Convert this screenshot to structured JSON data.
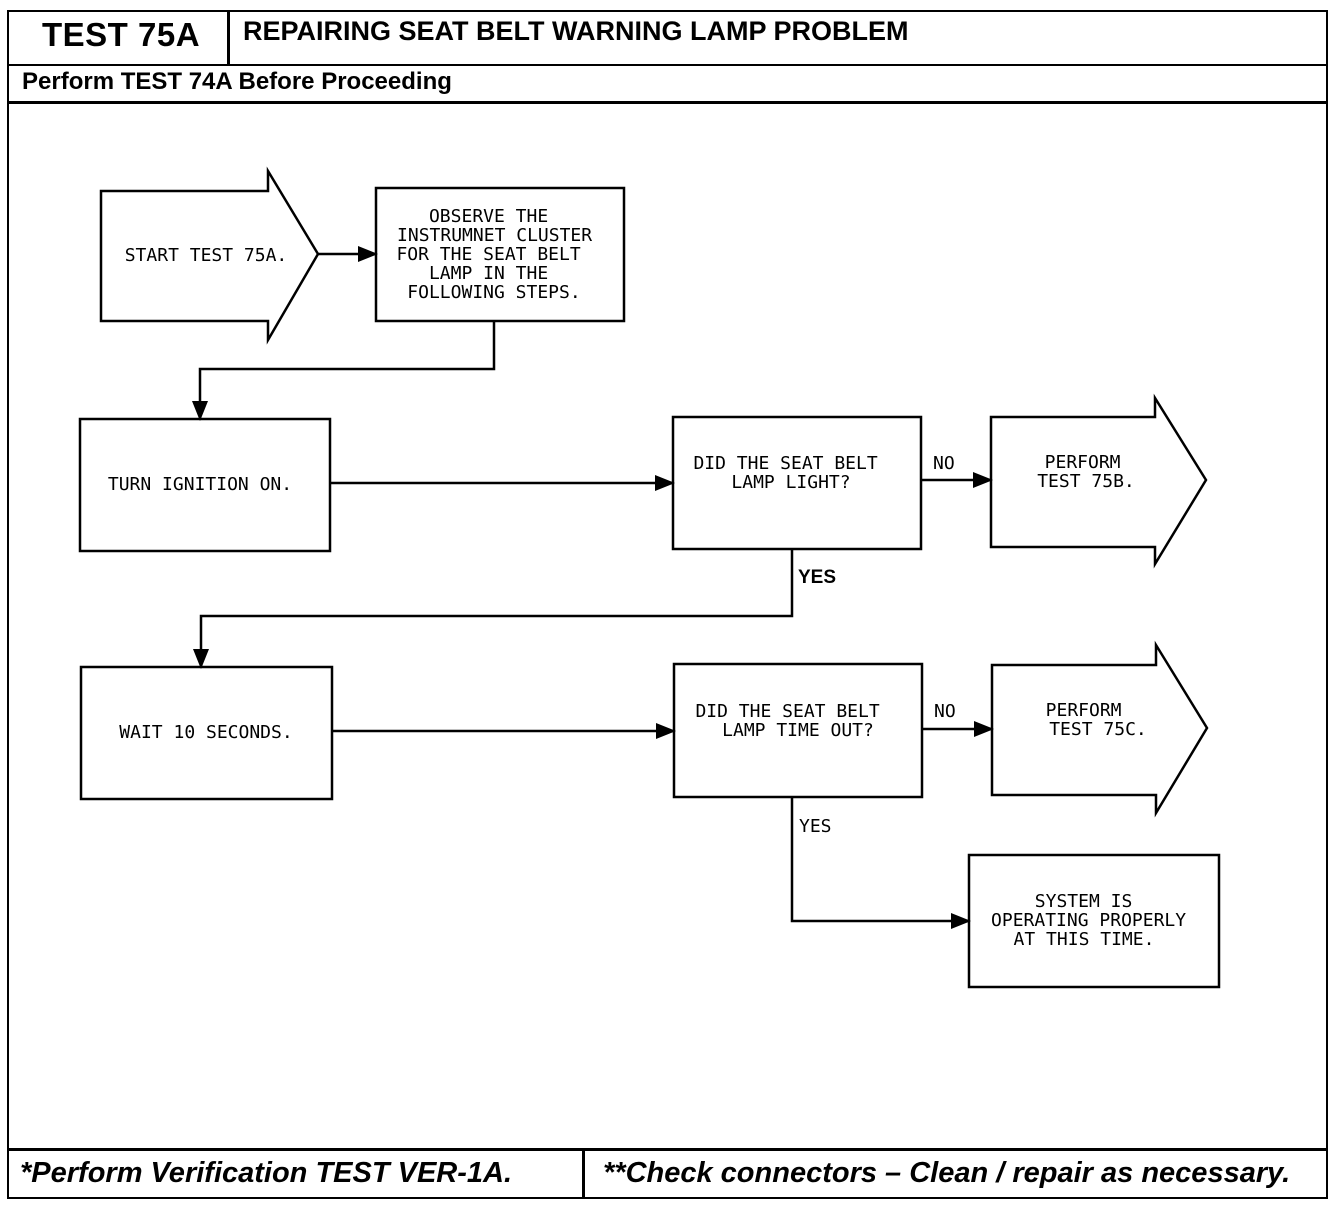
{
  "header": {
    "test_id": "TEST 75A",
    "title": "REPAIRING SEAT BELT WARNING LAMP PROBLEM",
    "prerequisite": "Perform TEST 74A Before Proceeding"
  },
  "flowchart": {
    "start": [
      "START TEST 75A."
    ],
    "observe": [
      "OBSERVE THE",
      "INSTRUMNET CLUSTER",
      "FOR THE SEAT BELT",
      "LAMP IN THE",
      "FOLLOWING STEPS."
    ],
    "ignition": [
      "TURN IGNITION ON."
    ],
    "q_light": [
      "DID THE SEAT BELT",
      "LAMP LIGHT?"
    ],
    "perform_75b": [
      "PERFORM",
      "TEST 75B."
    ],
    "wait": [
      "WAIT 10 SECONDS."
    ],
    "q_timeout": [
      "DID THE SEAT BELT",
      "LAMP TIME OUT?"
    ],
    "perform_75c": [
      "PERFORM",
      "TEST 75C."
    ],
    "system_ok": [
      "SYSTEM IS",
      "OPERATING PROPERLY",
      "AT THIS TIME."
    ],
    "labels": {
      "no1": "NO",
      "yes1": "YES",
      "no2": "NO",
      "yes2": "YES"
    }
  },
  "footer": {
    "left": "*Perform Verification TEST VER-1A.",
    "right": "**Check connectors – Clean / repair as necessary."
  }
}
